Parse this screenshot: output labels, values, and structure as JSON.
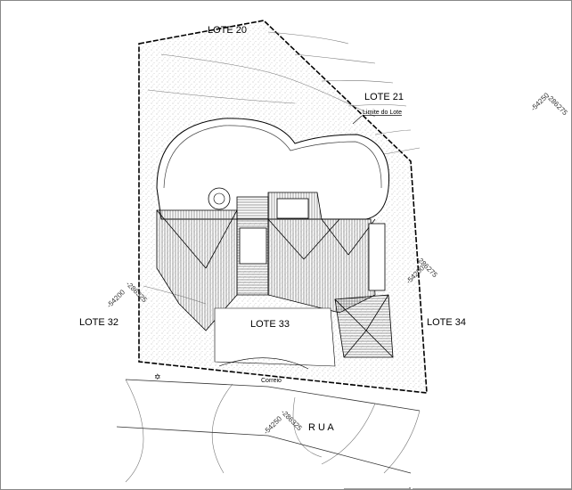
{
  "lots": {
    "lote20": "LOTE 20",
    "lote21": "LOTE 21",
    "lote32": "LOTE 32",
    "lote33": "LOTE 33",
    "lote34": "LOTE 34"
  },
  "annotations": {
    "limite": "Limite do Lote",
    "correio": "Correio",
    "rua": "R U A"
  },
  "coordinates": [
    {
      "e": "-54250",
      "n": "-286275"
    },
    {
      "e": "-54200",
      "n": "-286275"
    },
    {
      "e": "-54200",
      "n": "-286325"
    },
    {
      "e": "-54250",
      "n": "-286325"
    }
  ],
  "colors": {
    "line": "#000000",
    "contour": "#777777",
    "hatch": "#555555"
  }
}
